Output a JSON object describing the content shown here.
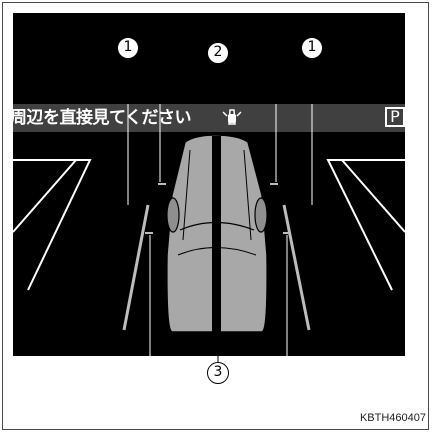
{
  "screen": {
    "message": "周辺を直接見てください",
    "park_badge": "P"
  },
  "callouts": {
    "side_lines_left": "1",
    "center_lines": "2",
    "side_lines_right": "1",
    "bottom_lines": "3"
  },
  "figure_code": "KBTH460407",
  "colors": {
    "screen_bg": "#000000",
    "road_lines": "#ffffff",
    "guide_lines": "#bdbdbd",
    "vehicle_body": "#a8a8a8",
    "header_bar": "#404040"
  },
  "icons": {
    "car_sensor": "car-with-sensor-icon"
  }
}
